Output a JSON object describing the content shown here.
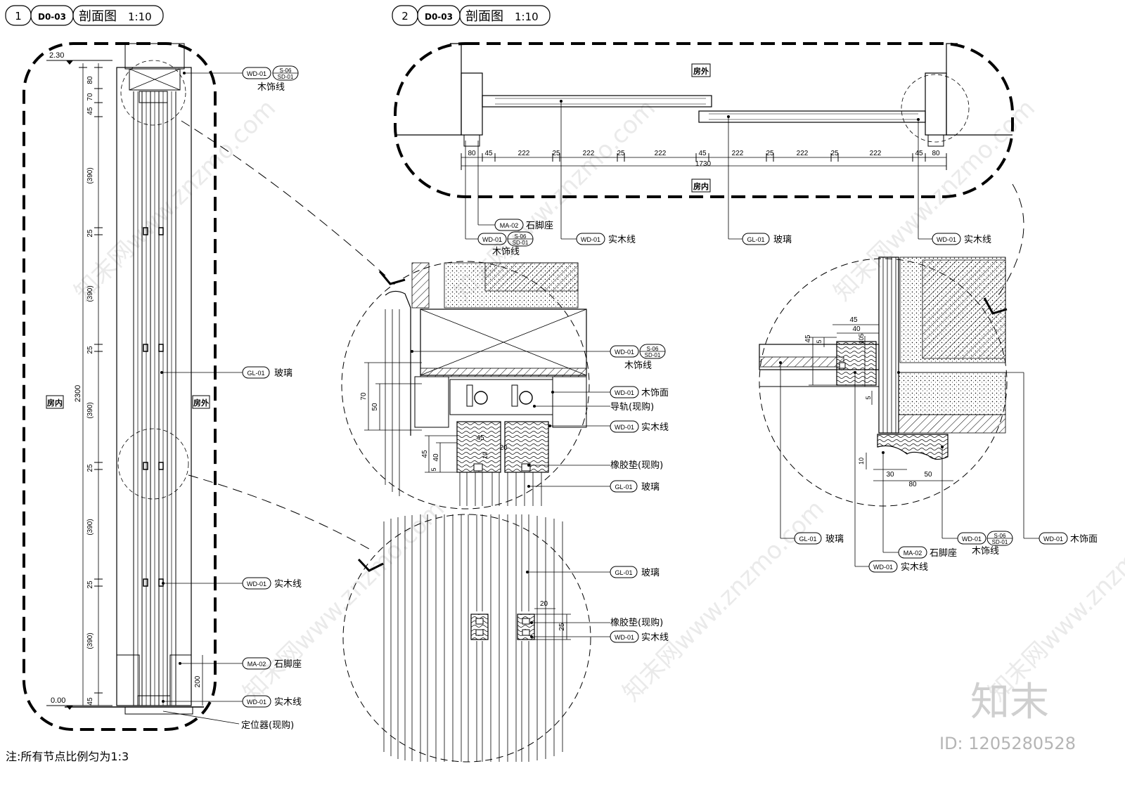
{
  "section1": {
    "num": "1",
    "ref": "D0-03",
    "title": "剖面图",
    "scale": "1:10"
  },
  "section2": {
    "num": "2",
    "ref": "D0-03",
    "title": "剖面图",
    "scale": "1:10"
  },
  "rooms": {
    "inside": "房内",
    "outside": "房外"
  },
  "codes": {
    "wd": "WD-01",
    "gl": "GL-01",
    "ma": "MA-02",
    "s06": "S-06",
    "sd01": "SD-01"
  },
  "terms": {
    "wood_trim_line": "木饰线",
    "glass": "玻璃",
    "solid_wood_line": "实木线",
    "stone_base": "石脚座",
    "locator": "定位器(现购)",
    "wood_face": "木饰面",
    "rail": "导轨(现购)",
    "rubber_pad": "橡胶垫(现购)"
  },
  "elevation1": {
    "level_top": "2.30",
    "level_bottom": "0.00",
    "dims": [
      "80",
      "70",
      "45",
      "(390)",
      "25",
      "(390)",
      "25",
      "(390)",
      "25",
      "(390)",
      "25",
      "(390)",
      "45"
    ],
    "total": "2300",
    "base_height": "200"
  },
  "plan2": {
    "dims": [
      "80",
      "45",
      "222",
      "25",
      "222",
      "25",
      "222",
      "45",
      "222",
      "25",
      "222",
      "25",
      "222",
      "45",
      "80"
    ],
    "total": "1730"
  },
  "detail_top": {
    "d70": "70",
    "d50": "50",
    "d45": "45",
    "d40": "40",
    "d5": "5",
    "d20": "20",
    "d10": "10"
  },
  "detail_mid": {
    "d20": "20",
    "d25": "25"
  },
  "detail_right": {
    "d45": "45",
    "d40": "40",
    "d5": "5",
    "d105": "105",
    "d30": "30",
    "d50": "50",
    "d80": "80",
    "d10": "10"
  },
  "note": "注:所有节点比例匀为1:3",
  "brand": {
    "logo": "知末",
    "id": "ID: 1205280528",
    "watermark": "知末网www.znzmo.com"
  }
}
